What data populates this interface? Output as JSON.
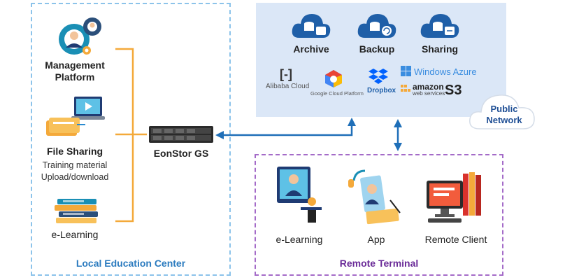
{
  "local": {
    "title": "Local Education Center",
    "management_line1": "Management",
    "management_line2": "Platform",
    "file_sharing": "File Sharing",
    "file_sharing_sub1": "Training material",
    "file_sharing_sub2": "Upload/download",
    "elearning": "e-Learning"
  },
  "device": {
    "name": "EonStor GS"
  },
  "public": {
    "archive": "Archive",
    "backup": "Backup",
    "sharing": "Sharing",
    "cloud_line1": "Public",
    "cloud_line2": "Network",
    "providers": {
      "alibaba": "Alibaba Cloud",
      "google": "Google Cloud Platform",
      "dropbox": "Dropbox",
      "azure": "Windows Azure",
      "amazon1": "amazon",
      "amazon2": "web services",
      "s3": "S3"
    }
  },
  "remote": {
    "title": "Remote Terminal",
    "elearning": "e-Learning",
    "app": "App",
    "client": "Remote Client"
  },
  "colors": {
    "local_border": "#8cc3ea",
    "remote_border": "#a46bc8",
    "arrow": "#1f6fb8",
    "bracket": "#f4a93a",
    "cloud": "#1f5fa8",
    "panel": "#dbe7f7"
  }
}
